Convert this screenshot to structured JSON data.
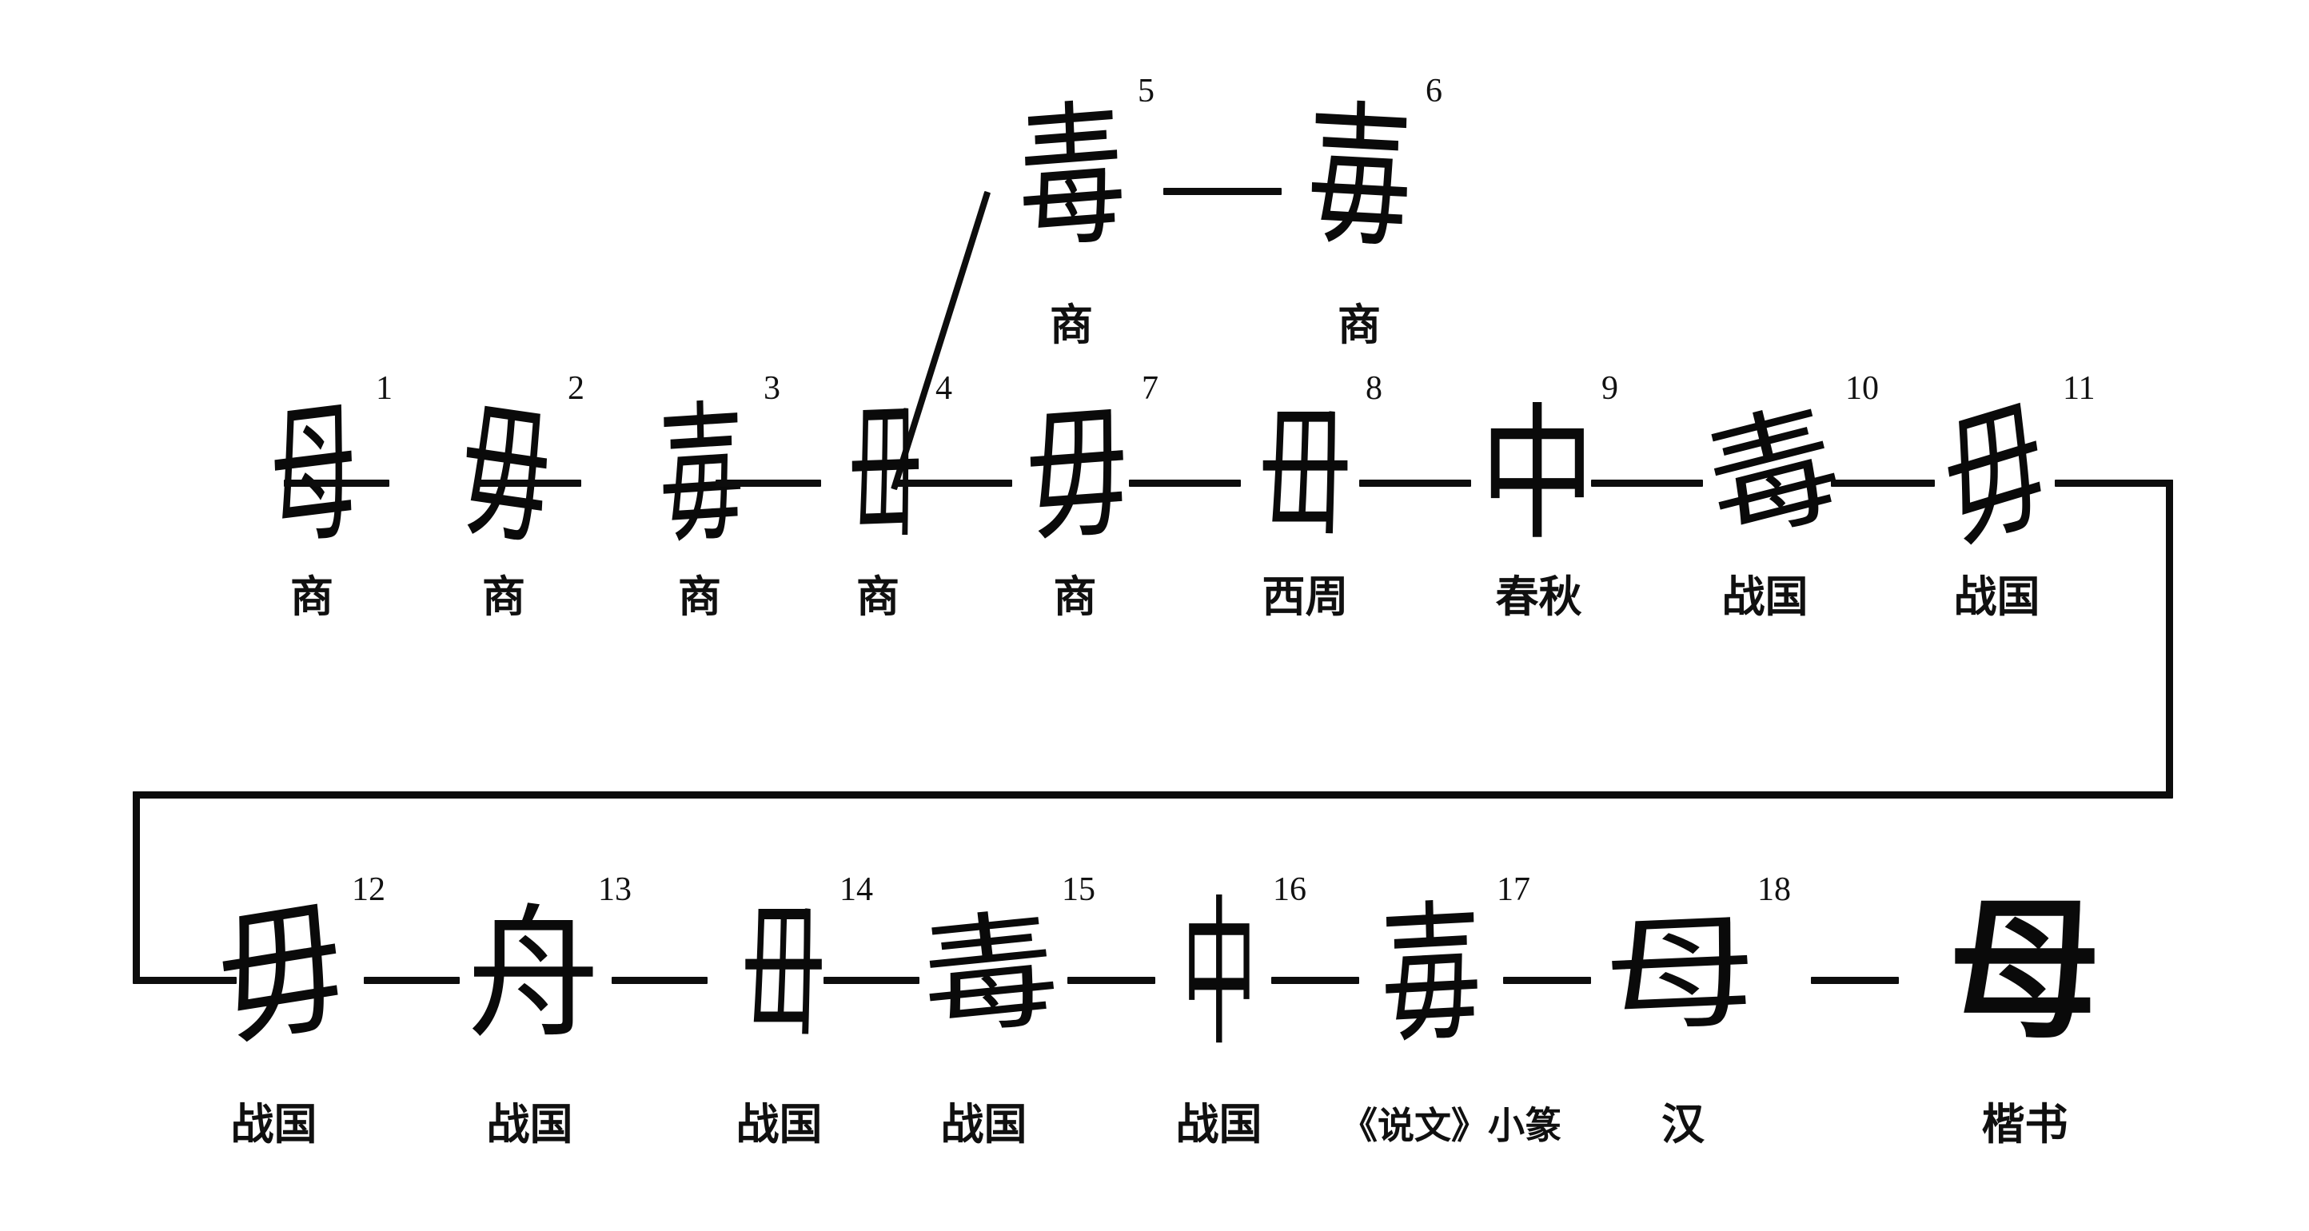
{
  "chart_data": {
    "type": "diagram",
    "title": "",
    "subject_character": "母",
    "final_form": {
      "glyph": "母",
      "era": "楷书",
      "index": ""
    },
    "branch_row": [
      {
        "index": "5",
        "glyph": "毒",
        "era": "商"
      },
      {
        "index": "6",
        "glyph": "毐",
        "era": "商"
      }
    ],
    "main_row": [
      {
        "index": "1",
        "glyph": "母",
        "era": "商"
      },
      {
        "index": "2",
        "glyph": "毋",
        "era": "商"
      },
      {
        "index": "3",
        "glyph": "毐",
        "era": "商"
      },
      {
        "index": "4",
        "glyph": "毌",
        "era": "商"
      },
      {
        "index": "7",
        "glyph": "毋",
        "era": "商"
      },
      {
        "index": "8",
        "glyph": "毌",
        "era": "西周"
      },
      {
        "index": "9",
        "glyph": "中",
        "era": "春秋"
      },
      {
        "index": "10",
        "glyph": "毒",
        "era": "战国"
      },
      {
        "index": "11",
        "glyph": "毋",
        "era": "战国"
      }
    ],
    "bottom_row": [
      {
        "index": "12",
        "glyph": "毋",
        "era": "战国"
      },
      {
        "index": "13",
        "glyph": "舟",
        "era": "战国"
      },
      {
        "index": "14",
        "glyph": "毌",
        "era": "战国"
      },
      {
        "index": "15",
        "glyph": "毒",
        "era": "战国"
      },
      {
        "index": "16",
        "glyph": "中",
        "era": "战国"
      },
      {
        "index": "17",
        "glyph": "毐",
        "era": "《说文》小篆"
      },
      {
        "index": "18",
        "glyph": "母",
        "era": "汉"
      }
    ],
    "eras_legend": [
      "商",
      "西周",
      "春秋",
      "战国",
      "《说文》小篆",
      "汉",
      "楷书"
    ],
    "connector_color": "#0d0d0d",
    "background_color": "#ffffff"
  }
}
